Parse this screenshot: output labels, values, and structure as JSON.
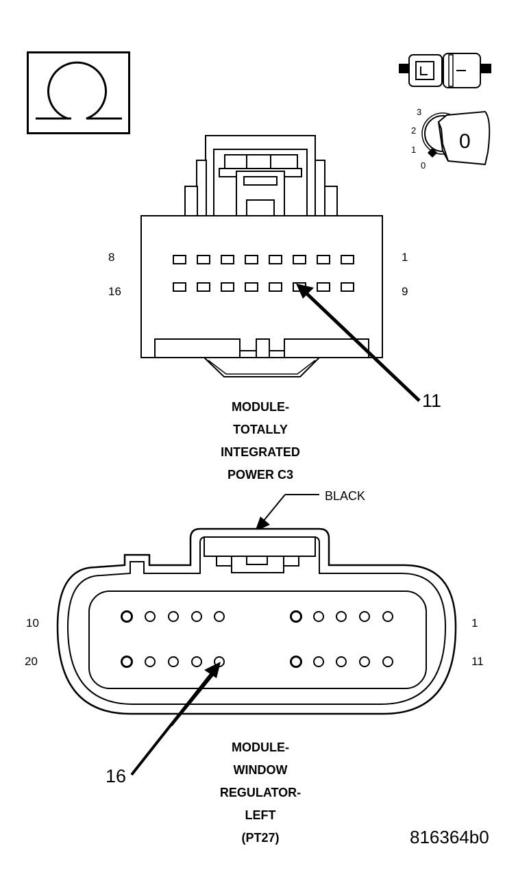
{
  "symbol": {
    "icon": "ohm-icon",
    "name": "ohmmeter-symbol"
  },
  "ignition": {
    "icon": "ignition-off-icon",
    "positions": [
      "3",
      "2",
      "1",
      "0"
    ],
    "key_label": "0"
  },
  "connector_top": {
    "title_lines": [
      "MODULE-",
      "TOTALLY",
      "INTEGRATED",
      "POWER C3"
    ],
    "row1_left": "8",
    "row1_right": "1",
    "row2_left": "16",
    "row2_right": "9",
    "pin_callout": "11"
  },
  "connector_bottom": {
    "color": "BLACK",
    "title_lines": [
      "MODULE-",
      "WINDOW",
      "REGULATOR-",
      "LEFT",
      "(PT27)"
    ],
    "row1_left": "10",
    "row1_right": "1",
    "row2_left": "20",
    "row2_right": "11",
    "pin_callout": "16"
  },
  "figure_id": "816364b0"
}
